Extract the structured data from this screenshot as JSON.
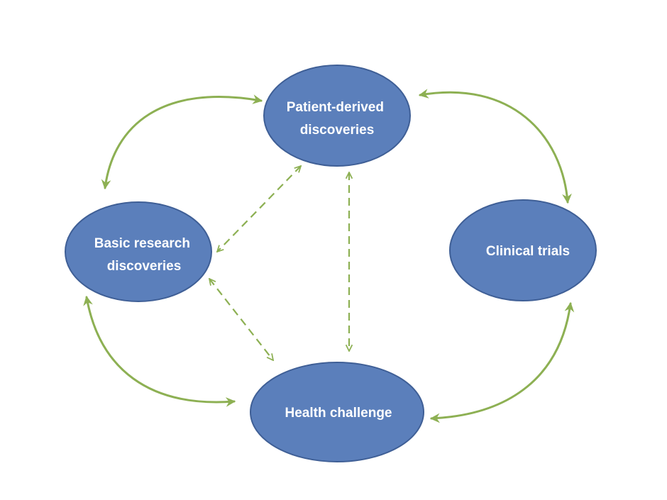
{
  "colors": {
    "node_fill": "#5b7fbb",
    "node_stroke": "#3f5f96",
    "node_text": "#ffffff",
    "arrow": "#8db053"
  },
  "nodes": {
    "patient": {
      "line1": "Patient-derived",
      "line2": "discoveries"
    },
    "basic": {
      "line1": "Basic research",
      "line2": "discoveries"
    },
    "clinical": {
      "line1": "Clinical trials"
    },
    "health": {
      "line1": "Health challenge"
    }
  },
  "connections": [
    {
      "from": "Patient-derived discoveries",
      "to": "Basic research discoveries",
      "style": "solid",
      "direction": "both"
    },
    {
      "from": "Patient-derived discoveries",
      "to": "Clinical trials",
      "style": "solid",
      "direction": "both"
    },
    {
      "from": "Basic research discoveries",
      "to": "Health challenge",
      "style": "solid",
      "direction": "both"
    },
    {
      "from": "Clinical trials",
      "to": "Health challenge",
      "style": "solid",
      "direction": "both"
    },
    {
      "from": "Patient-derived discoveries",
      "to": "Basic research discoveries",
      "style": "dashed",
      "direction": "both"
    },
    {
      "from": "Patient-derived discoveries",
      "to": "Health challenge",
      "style": "dashed",
      "direction": "both"
    },
    {
      "from": "Basic research discoveries",
      "to": "Health challenge",
      "style": "dashed",
      "direction": "both"
    }
  ]
}
